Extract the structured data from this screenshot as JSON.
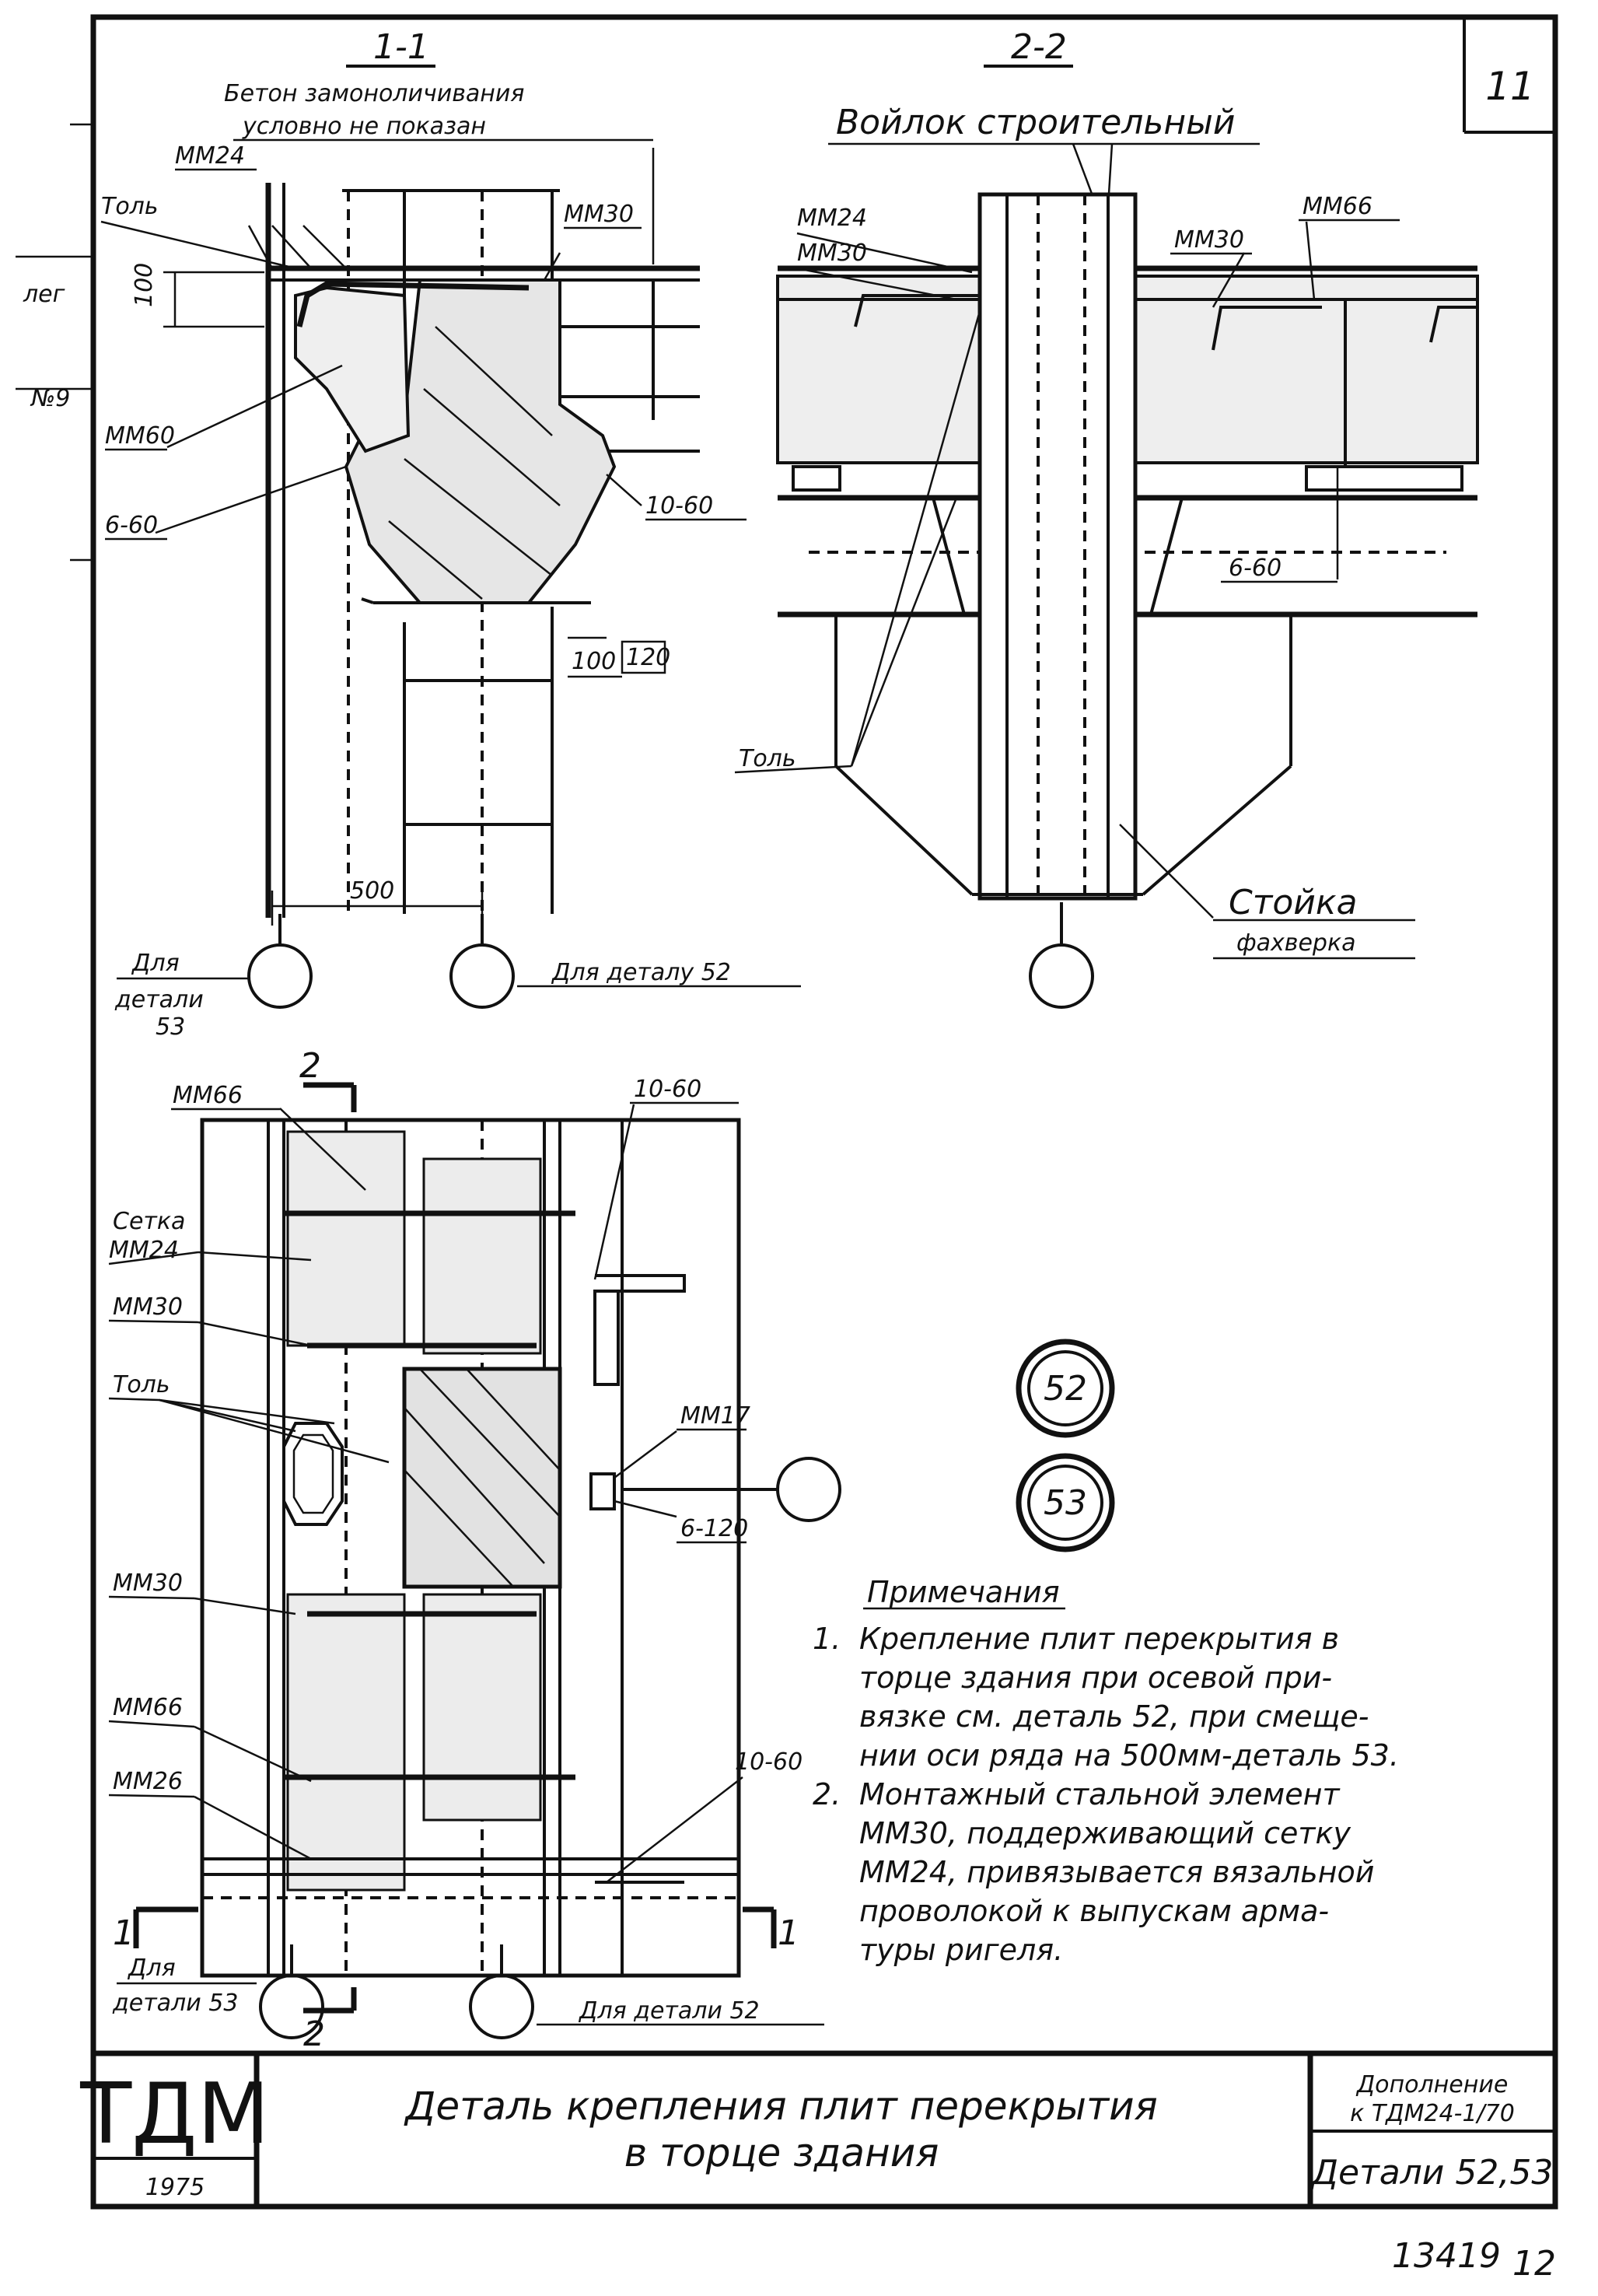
{
  "sheet_number": "11",
  "section_1": {
    "title": "1-1",
    "subtitle_line1": "Бетон замоноличивания",
    "subtitle_line2": "условно не показан",
    "labels": {
      "mm24": "ММ24",
      "tol": "Толь",
      "mm30": "ММ30",
      "dim100": "100",
      "mm60": "ММ60",
      "b60": "6-60",
      "b1060": "10-60",
      "dim100b": "100",
      "dim120": "120",
      "dim500": "500",
      "for53_line1": "Для",
      "for53_line2": "детали",
      "for53_line3": "53",
      "for52": "Для деталу 52"
    }
  },
  "section_2": {
    "title": "2-2",
    "felt": "Войлок строительный",
    "labels": {
      "mm24": "ММ24",
      "mm30a": "ММ30",
      "mm30b": "ММ30",
      "mm66": "ММ66",
      "b660": "6-60",
      "tol": "Толь",
      "post_line1": "Стойка",
      "post_line2": "фахверка"
    }
  },
  "plan": {
    "labels": {
      "mark2_top": "2",
      "mm66_top": "ММ66",
      "b1060_top": "10-60",
      "mesh_line1": "Сетка",
      "mesh_line2": "ММ24",
      "mm30_a": "ММ30",
      "tol": "Толь",
      "mm17": "ММ17",
      "b6120": "6-120",
      "mm30_b": "ММ30",
      "mm66_b": "ММ66",
      "mm26": "ММ26",
      "b1060_bot": "10-60",
      "mark1_left": "1",
      "mark1_right": "1",
      "for53_line1": "Для",
      "for53_line2": "детали 53",
      "for52": "Для детали 52",
      "mark2_bot": "2"
    }
  },
  "detail_circles": [
    "52",
    "53"
  ],
  "notes": {
    "heading": "Примечания",
    "items": [
      {
        "num": "1.",
        "lines": [
          "Крепление плит перекрытия в",
          "торце здания при осевой при-",
          "вязке см. деталь 52, при смеще-",
          "нии оси ряда на 500мм-деталь 53."
        ]
      },
      {
        "num": "2.",
        "lines": [
          "Монтажный стальной элемент",
          "ММ30, поддерживающий сетку",
          "ММ24, привязывается вязальной",
          "проволокой к выпускам арма-",
          "туры ригеля."
        ]
      }
    ]
  },
  "side_marks": {
    "m1": "лег",
    "m2": "№9"
  },
  "title_block": {
    "logo": "ТДМ",
    "year": "1975",
    "title_line1": "Деталь крепления плит перекрытия",
    "title_line2": "в торце здания",
    "addendum_line1": "Дополнение",
    "addendum_line2": "к ТДМ24-1/70",
    "details": "Детали 52,53"
  },
  "footer": {
    "code": "13419",
    "page": "12"
  }
}
